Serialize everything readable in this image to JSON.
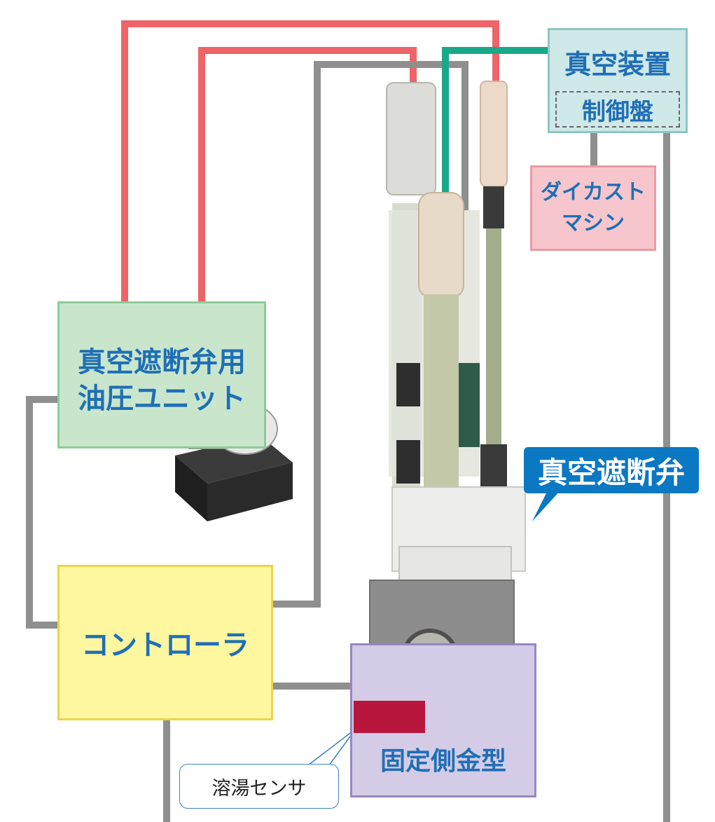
{
  "labels": {
    "hydraulic_unit": "真空遮断弁用\n油圧ユニット",
    "controller": "コントローラ",
    "vacuum_device": "真空装置",
    "control_panel": "制御盤",
    "die_cast_machine": "ダイカスト\nマシン",
    "vacuum_valve": "真空遮断弁",
    "fixed_mold": "固定側金型",
    "melt_sensor": "溶湯センサ"
  },
  "colors": {
    "hydraulic_line": "#ee6468",
    "signal_line": "#8f8f8f",
    "vacuum_line": "#1aa88a",
    "accent_blue": "#0a78c2",
    "sensor": "#b8163c"
  }
}
